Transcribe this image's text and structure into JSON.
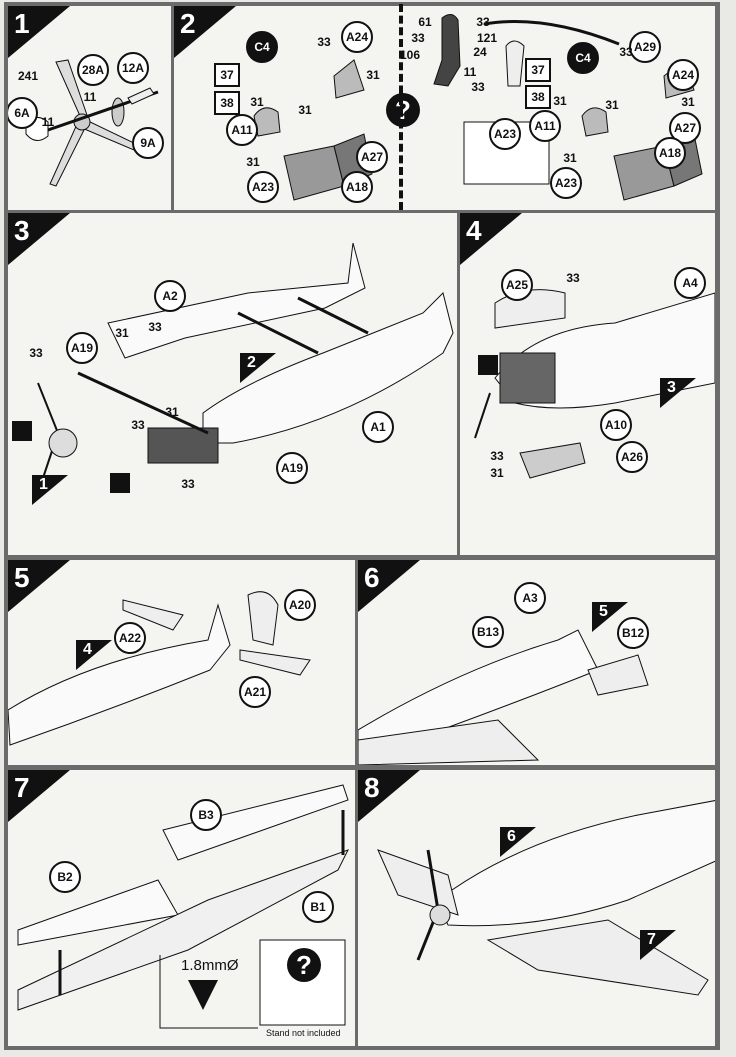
{
  "steps": [
    "1",
    "2",
    "3",
    "4",
    "5",
    "6",
    "7",
    "8"
  ],
  "step1": {
    "parts": [
      "28A",
      "12A",
      "6A",
      "9A"
    ],
    "numbers": [
      "241",
      "11",
      "11"
    ]
  },
  "step2": {
    "parts": [
      "C4",
      "A24",
      "A11",
      "A27",
      "A23",
      "A18"
    ],
    "numbers": [
      "33",
      "31",
      "31",
      "31",
      "31"
    ],
    "decals": [
      "37",
      "38"
    ],
    "optional_icon": "?"
  },
  "step2_alt": {
    "figure_numbers": [
      "61",
      "33",
      "33",
      "121",
      "106",
      "24",
      "11",
      "33"
    ],
    "parts": [
      "C4",
      "A29",
      "A24",
      "A11",
      "A27",
      "A18",
      "A23",
      "A23"
    ],
    "numbers": [
      "33",
      "31",
      "31",
      "31",
      "31"
    ],
    "decals": [
      "37",
      "38"
    ]
  },
  "step3": {
    "parts": [
      "A2",
      "A19",
      "A1",
      "A19"
    ],
    "numbers": [
      "31",
      "33",
      "33",
      "31",
      "33",
      "33"
    ],
    "refs": [
      "2",
      "1"
    ]
  },
  "step4": {
    "parts": [
      "A25",
      "A4",
      "A10",
      "A26"
    ],
    "numbers": [
      "33",
      "33",
      "31"
    ],
    "refs": [
      "3"
    ]
  },
  "step5": {
    "parts": [
      "A22",
      "A20",
      "A21"
    ],
    "refs": [
      "4"
    ]
  },
  "step6": {
    "parts": [
      "A3",
      "B13",
      "B12"
    ],
    "refs": [
      "5"
    ]
  },
  "step7": {
    "parts": [
      "B3",
      "B2",
      "B1"
    ],
    "drill": "1.8mmØ",
    "stand_note": "Stand not included",
    "optional_icon": "?"
  },
  "step8": {
    "refs": [
      "6",
      "7"
    ]
  },
  "colors": {
    "ink": "#111111",
    "paper": "#f4f4f1",
    "frame": "#6b6b6b"
  }
}
